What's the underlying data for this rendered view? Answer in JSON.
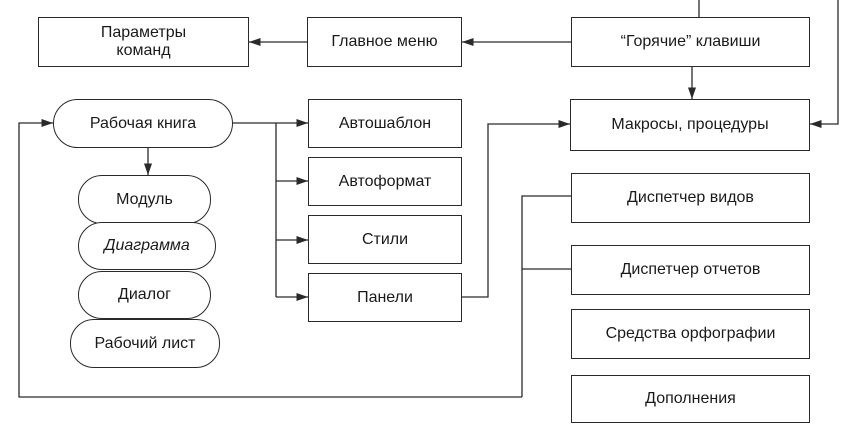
{
  "diagram": {
    "params": "Параметры\nкоманд",
    "main_menu": "Главное меню",
    "hotkeys": "“Горячие” клавиши",
    "macros": "Макросы, процедуры",
    "workbook": "Рабочая книга",
    "autotemplate": "Автошаблон",
    "autoformat": "Автоформат",
    "styles": "Стили",
    "panels": "Панели",
    "module": "Модуль",
    "chart": "Диаграмма",
    "dialog": "Диалог",
    "worksheet": "Рабочий лист",
    "view_manager": "Диспетчер видов",
    "report_manager": "Диспетчер отчетов",
    "spelling": "Средства орфографии",
    "addins": "Дополнения"
  },
  "colors": {
    "line": "#2a2a2a",
    "background": "#ffffff"
  }
}
